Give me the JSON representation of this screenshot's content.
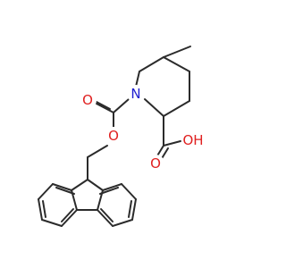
{
  "molecule": {
    "atoms": {
      "n1": "N",
      "o_carbonyl": "O",
      "o_ester": "O",
      "o_acid_carbonyl": "O",
      "oh": "OH"
    },
    "colors": {
      "bond": "#2b2b2b",
      "nitrogen": "#2020d0",
      "oxygen": "#e02020",
      "background": "#ffffff"
    }
  }
}
